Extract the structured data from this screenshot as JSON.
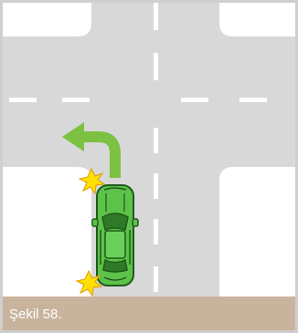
{
  "figure": {
    "caption": "Şekil 58."
  },
  "scene": {
    "type": "intersection",
    "vehicle": "car",
    "vehicle_color": "#5cc24a",
    "maneuver": "left-turn",
    "arrow_icon": "left-turn-arrow-icon",
    "signal_icon": "turn-signal-flash-icon",
    "signals_active": 2
  },
  "colors": {
    "frame": "#cfcfcf",
    "sidewalk": "#ffffff",
    "road": "#d8d8d8",
    "lane_marking": "#ffffff",
    "arrow": "#7cc142",
    "car_body": "#5cc24a",
    "car_outline": "#1f5a1a",
    "signal_flash": "#ffe000",
    "caption_bar": "#c8b49c"
  }
}
